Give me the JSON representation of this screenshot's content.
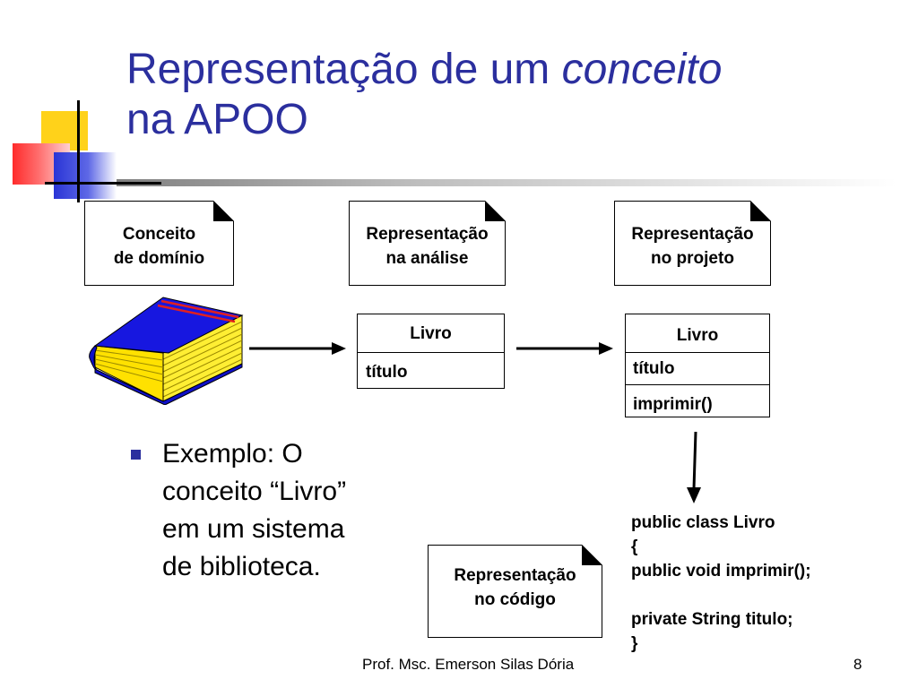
{
  "slide": {
    "title_part1": "Representação de um ",
    "title_italic": "conceito",
    "title_line2": "na APOO",
    "notes": {
      "dominio": {
        "line1": "Conceito",
        "line2": "de domínio"
      },
      "analise": {
        "line1": "Representação",
        "line2": "na análise"
      },
      "projeto": {
        "line1": "Representação",
        "line2": "no projeto"
      },
      "codigo": {
        "line1": "Representação",
        "line2": "no código"
      }
    },
    "class_analise": {
      "name": "Livro",
      "attribute": "título"
    },
    "class_projeto": {
      "name": "Livro",
      "attribute": "título",
      "method": "imprimir()"
    },
    "bullet": {
      "line1": "Exemplo: O",
      "line2": "conceito “Livro”",
      "line3": "em um sistema",
      "line4": "de biblioteca."
    },
    "code": {
      "line1": "public class Livro",
      "line2": "{",
      "line3": "public void imprimir();",
      "line4": "",
      "line5": "private String titulo;",
      "line6": "}"
    },
    "footer": "Prof. Msc. Emerson Silas Dória",
    "page_number": "8"
  },
  "colors": {
    "title": "#2b2f9e",
    "book_cover": "#1717e0",
    "book_pages": "#ffee33",
    "book_stripe": "#e02020"
  }
}
